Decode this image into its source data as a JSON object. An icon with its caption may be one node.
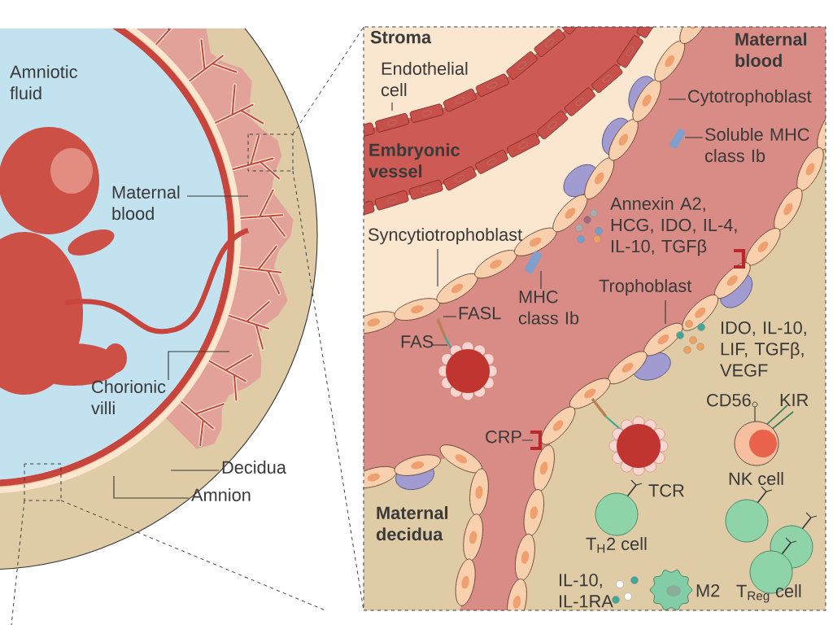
{
  "diagram": {
    "nodes": [
      {
        "text": [
          "Maternal blood"
        ]
      },
      {
        "text": [
          "Chorionic villi"
        ]
      },
      {
        "text": [
          "Decidua"
        ]
      },
      {
        "text": [
          "Amnion"
        ]
      },
      {
        "text": [
          "Endothelial cell"
        ]
      },
      {
        "text": [
          "Cytotrophoblast"
        ]
      },
      {
        "text": [
          "Soluble MHC class Ib"
        ]
      },
      {
        "text": [
          "Syncytiotrophoblast"
        ]
      },
      {
        "text": [
          "MHC class Ib"
        ]
      },
      {
        "text": [
          "FASL"
        ]
      },
      {
        "text": [
          "FAS"
        ]
      },
      {
        "text": [
          "Trophoblast"
        ]
      },
      {
        "text": [
          "CRP"
        ]
      }
    ],
    "edges": [
      {
        "from": 0,
        "to": null,
        "arrow": "none"
      },
      {
        "from": 1,
        "to": null,
        "arrow": "none"
      },
      {
        "from": 2,
        "to": null,
        "arrow": "none"
      },
      {
        "from": 3,
        "to": null,
        "arrow": "none"
      },
      {
        "from": 4,
        "to": null,
        "arrow": "none"
      },
      {
        "from": 5,
        "to": null,
        "arrow": "none"
      },
      {
        "from": 6,
        "to": null,
        "arrow": "none"
      },
      {
        "from": 7,
        "to": null,
        "arrow": "none"
      },
      {
        "from": 8,
        "to": null,
        "arrow": "none"
      },
      {
        "from": 9,
        "to": null,
        "arrow": "none"
      },
      {
        "from": 10,
        "to": null,
        "arrow": "none"
      },
      {
        "from": 11,
        "to": null,
        "arrow": "none"
      },
      {
        "from": 12,
        "to": null,
        "arrow": "none"
      }
    ],
    "labels": [
      "Amniotic fluid",
      "Stroma",
      "Maternal blood",
      "Embryonic vessel",
      "Annexin A2, HCG, IDO, IL-4, IL-10, TGFβ",
      "IDO, IL-10, LIF, TGFβ, VEGF",
      "CD56",
      "KIR",
      "NK cell",
      "TCR",
      "Maternal decidua",
      "T$_{H}$2 cell",
      "IL-10, IL-1RA",
      "M2",
      "T$_{Reg}$ cell"
    ]
  }
}
